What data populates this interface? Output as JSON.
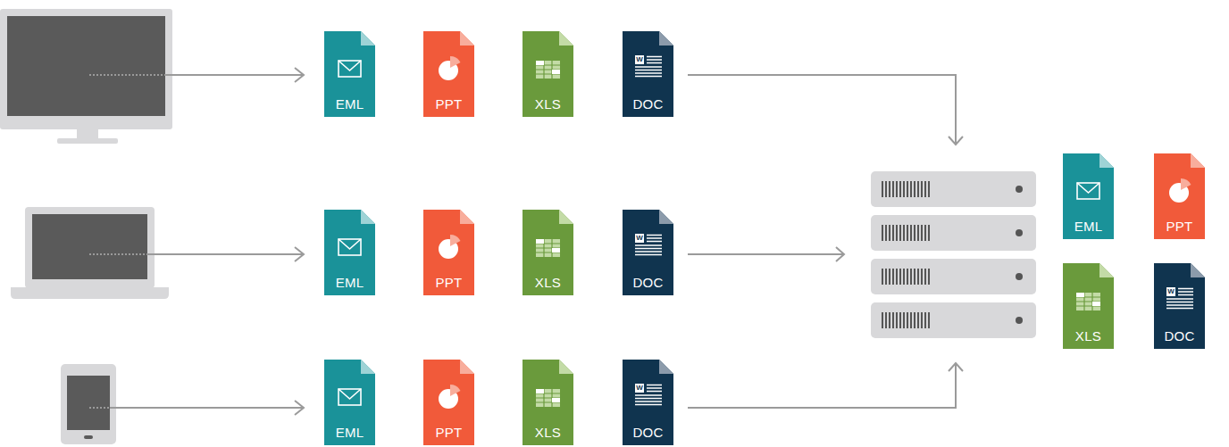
{
  "diagram": {
    "nodes": [
      {
        "text": [
          "EML"
        ]
      },
      {
        "text": [
          "PPT"
        ]
      },
      {
        "text": [
          "XLS"
        ]
      },
      {
        "text": [
          "W",
          "DOC"
        ]
      },
      {
        "text": [
          "EML"
        ]
      },
      {
        "text": [
          "PPT"
        ]
      },
      {
        "text": [
          "XLS"
        ]
      },
      {
        "text": [
          "W",
          "DOC"
        ]
      },
      {
        "text": [
          "EML"
        ]
      },
      {
        "text": [
          "PPT"
        ]
      },
      {
        "text": [
          "XLS"
        ]
      },
      {
        "text": [
          "W",
          "DOC"
        ]
      },
      {
        "text": [
          "EML"
        ]
      },
      {
        "text": [
          "PPT"
        ]
      },
      {
        "text": [
          "XLS"
        ]
      },
      {
        "text": [
          "W",
          "DOC"
        ]
      }
    ]
  }
}
